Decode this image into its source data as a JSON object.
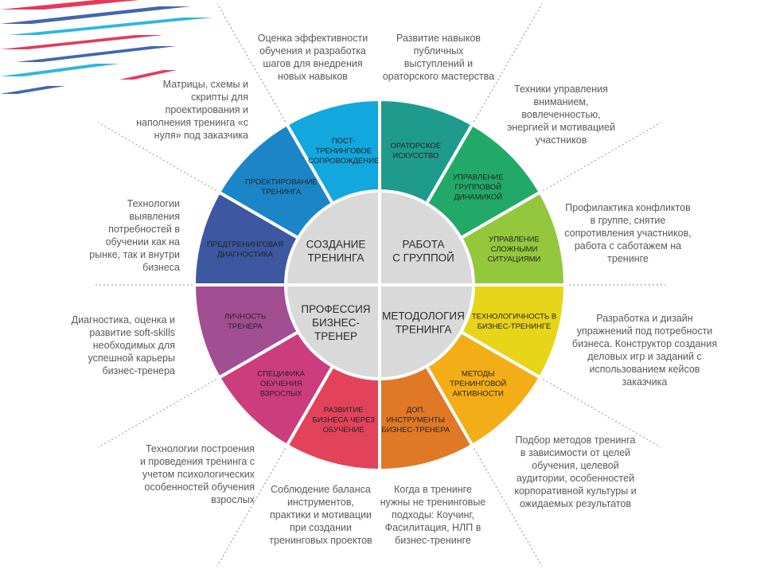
{
  "colors": {
    "center": "#d9d9d9",
    "separator": "#ffffff",
    "segment_text": "#222222",
    "center_text": "#2a2a2a",
    "guide_line": "#8a8a8a",
    "ribbon_red": "#e0264a",
    "ribbon_blue": "#2c56a6",
    "ribbon_cyan": "#17aee0"
  },
  "center": [
    {
      "lines": [
        "СОЗДАНИЕ",
        "ТРЕНИНГА"
      ]
    },
    {
      "lines": [
        "РАБОТА",
        "С ГРУППОЙ"
      ]
    },
    {
      "lines": [
        "МЕТОДОЛОГИЯ",
        "ТРЕНИНГА"
      ]
    },
    {
      "lines": [
        "ПРОФЕССИЯ",
        "БИЗНЕС-",
        "ТРЕНЕР"
      ]
    }
  ],
  "segments": [
    {
      "lines": [
        "ОРАТОРСКОЕ",
        "ИСКУССТВО"
      ],
      "color": "#1f9b8e"
    },
    {
      "lines": [
        "УПРАВЛЕНИЕ",
        "ГРУППОВОЙ",
        "ДИНАМИКОЙ"
      ],
      "color": "#22a967"
    },
    {
      "lines": [
        "УПРАВЛЕНИЕ",
        "СЛОЖНЫМИ",
        "СИТУАЦИЯМИ"
      ],
      "color": "#93c83d"
    },
    {
      "lines": [
        "ТЕХНОЛОГИЧНОСТЬ В",
        "БИЗНЕС-ТРЕНИНГЕ"
      ],
      "color": "#e8d418"
    },
    {
      "lines": [
        "МЕТОДЫ",
        "ТРЕНИНГОВОЙ",
        "АКТИВНОСТИ"
      ],
      "color": "#f3ad16"
    },
    {
      "lines": [
        "ДОП.",
        "ИНСТРУМЕНТЫ",
        "БИЗНЕС-ТРЕНЕРА"
      ],
      "color": "#e07826"
    },
    {
      "lines": [
        "РАЗВИТИЕ",
        "БИЗНЕСА ЧЕРЕЗ",
        "ОБУЧЕНИЕ"
      ],
      "color": "#e3435a"
    },
    {
      "lines": [
        "СПЕЦИФИКА",
        "ОБУЧЕНИЯ",
        "ВЗРОСЛЫХ"
      ],
      "color": "#cc3d7e"
    },
    {
      "lines": [
        "ЛИЧНОСТЬ",
        "ТРЕНЕРА"
      ],
      "color": "#a24e93"
    },
    {
      "lines": [
        "ПРЕДТРЕНИНГОВАЯ",
        "ДИАГНОСТИКА"
      ],
      "color": "#3d57a1"
    },
    {
      "lines": [
        "ПРОЕКТИРОВАНИЕ",
        "ТРЕНИНГА"
      ],
      "color": "#1b85c8"
    },
    {
      "lines": [
        "ПОСТ-",
        "ТРЕНИНГОВОЕ",
        "СОПРОВОЖДЕНИЕ"
      ],
      "color": "#12a7dd"
    }
  ],
  "descriptions": [
    {
      "lines": [
        "Развитие навыков",
        "публичных",
        "выступлений и",
        "ораторского мастерства"
      ]
    },
    {
      "lines": [
        "Техники управления",
        "вниманием,",
        "вовлеченностью,",
        "энергией и мотивацией",
        "участников"
      ]
    },
    {
      "lines": [
        "Профилактика конфликтов",
        "в группе, снятие",
        "сопротивления участников,",
        "работа с саботажем на",
        "тренинге"
      ]
    },
    {
      "lines": [
        "Разработка и дизайн",
        "упражнений под потребности",
        "бизнеса. Конструктор создания",
        "деловых игр и заданий с",
        "использованием кейсов",
        "заказчика"
      ]
    },
    {
      "lines": [
        "Подбор методов тренинга",
        "в зависимости от целей",
        "обучения, целевой",
        "аудитории, особенностей",
        "корпоративной культуры и",
        "ожидаемых результатов"
      ]
    },
    {
      "lines": [
        "Когда в тренинге",
        "нужны не тренинговые",
        "подходы: Коучинг,",
        "Фасилитация, НЛП в",
        "бизнес-тренинге"
      ]
    },
    {
      "lines": [
        "Соблюдение баланса",
        "инструментов,",
        "практики и мотивации",
        "при создании",
        "тренинговых проектов"
      ]
    },
    {
      "lines": [
        "Технологии построения",
        "и проведения тренинга с",
        "учетом психологических",
        "особенностей обучения",
        "взрослых"
      ]
    },
    {
      "lines": [
        "Диагностика, оценка и",
        "развитие soft-skills",
        "необходимых для",
        "успешной карьеры",
        "бизнес-тренера"
      ]
    },
    {
      "lines": [
        "Технологии выявления",
        "потребностей в",
        "обучении как на",
        "рынке, так и внутри",
        "бизнеса"
      ]
    },
    {
      "lines": [
        "Матрицы, схемы и",
        "скрипты для",
        "проектирования и",
        "наполнения тренинга «с",
        "нуля» под заказчика"
      ]
    },
    {
      "lines": [
        "Оценка эффективности",
        "обучения и разработка",
        "шагов для внедрения",
        "новых навыков"
      ]
    }
  ]
}
